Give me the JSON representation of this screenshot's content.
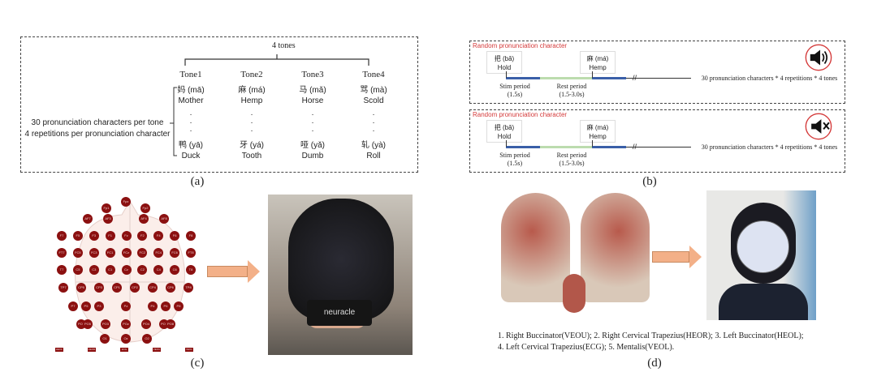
{
  "panel_a": {
    "caption": "(a)",
    "tones_title": "4 tones",
    "side_text_1": "30 pronunciation characters per tone",
    "side_text_2": "4 repetitions per pronunciation character",
    "dots": "·",
    "tones": [
      {
        "name": "Tone1",
        "first_char": "妈 (mā)",
        "first_meaning": "Mother",
        "last_char": "鸭 (yā)",
        "last_meaning": "Duck"
      },
      {
        "name": "Tone2",
        "first_char": "麻 (má)",
        "first_meaning": "Hemp",
        "last_char": "牙 (yá)",
        "last_meaning": "Tooth"
      },
      {
        "name": "Tone3",
        "first_char": "马 (mǎ)",
        "first_meaning": "Horse",
        "last_char": "哑 (yǎ)",
        "last_meaning": "Dumb"
      },
      {
        "name": "Tone4",
        "first_char": "骂 (mà)",
        "first_meaning": "Scold",
        "last_char": "轧 (yà)",
        "last_meaning": "Roll"
      }
    ]
  },
  "panel_b": {
    "caption": "(b)",
    "rows": [
      {
        "title": "Random pronunciation character",
        "char1": "把 (bǎ)",
        "meaning1": "Hold",
        "char2": "麻 (má)",
        "meaning2": "Hemp",
        "stim": "Stim period",
        "stim_dur": "(1.5s)",
        "rest": "Rest period",
        "rest_dur": "(1.5-3.0s)",
        "summary": "30 pronunciation characters * 4 repetitions * 4 tones",
        "icon": "speaker-on-icon"
      },
      {
        "title": "Random pronunciation character",
        "char1": "把 (bǎ)",
        "meaning1": "Hold",
        "char2": "麻 (má)",
        "meaning2": "Hemp",
        "stim": "Stim period",
        "stim_dur": "(1.5s)",
        "rest": "Rest period",
        "rest_dur": "(1.5-3.0s)",
        "summary": "30 pronunciation characters * 4 repetitions * 4 tones",
        "icon": "speaker-muted-icon"
      }
    ],
    "colors": {
      "stim": "#3a5fa8",
      "rest": "#bcdcae",
      "accent": "#d43a3a"
    }
  },
  "panel_c": {
    "caption": "(c)",
    "photo_text": "neuracle",
    "electrodes": [
      [
        "Fpz"
      ],
      [
        "Fp1",
        "Fp2"
      ],
      [
        "AF7",
        "AF3",
        "AF4",
        "AF8"
      ],
      [
        "F7",
        "F5",
        "F3",
        "F1",
        "Fz",
        "F2",
        "F4",
        "F6",
        "F8"
      ],
      [
        "FT7",
        "FC5",
        "FC3",
        "FC1",
        "FCz",
        "FC2",
        "FC4",
        "FC6",
        "FT8"
      ],
      [
        "T7",
        "C5",
        "C3",
        "C1",
        "Cz",
        "C2",
        "C4",
        "C6",
        "T8"
      ],
      [
        "TP7",
        "CP5",
        "CP3",
        "CP1",
        "CP2",
        "CP4",
        "CP6",
        "TP8"
      ],
      [
        "P7",
        "P5",
        "P3",
        "Pz",
        "P4",
        "P6",
        "P8"
      ],
      [
        "PO7",
        "PO5",
        "PO3",
        "POz",
        "PO4",
        "PO6",
        "PO8"
      ],
      [
        "O1",
        "Oz",
        "O2"
      ]
    ],
    "aux": [
      "HEOL",
      "HEOR",
      "ECG",
      "VEOU",
      "VEOL"
    ]
  },
  "panel_d": {
    "caption": "(d)",
    "legend_1": "1. Right Buccinator(VEOU); 2. Right Cervical Trapezius(HEOR); 3. Left Buccinator(HEOL);",
    "legend_2": "4. Left Cervical Trapezius(ECG); 5. Mentalis(VEOL)."
  }
}
